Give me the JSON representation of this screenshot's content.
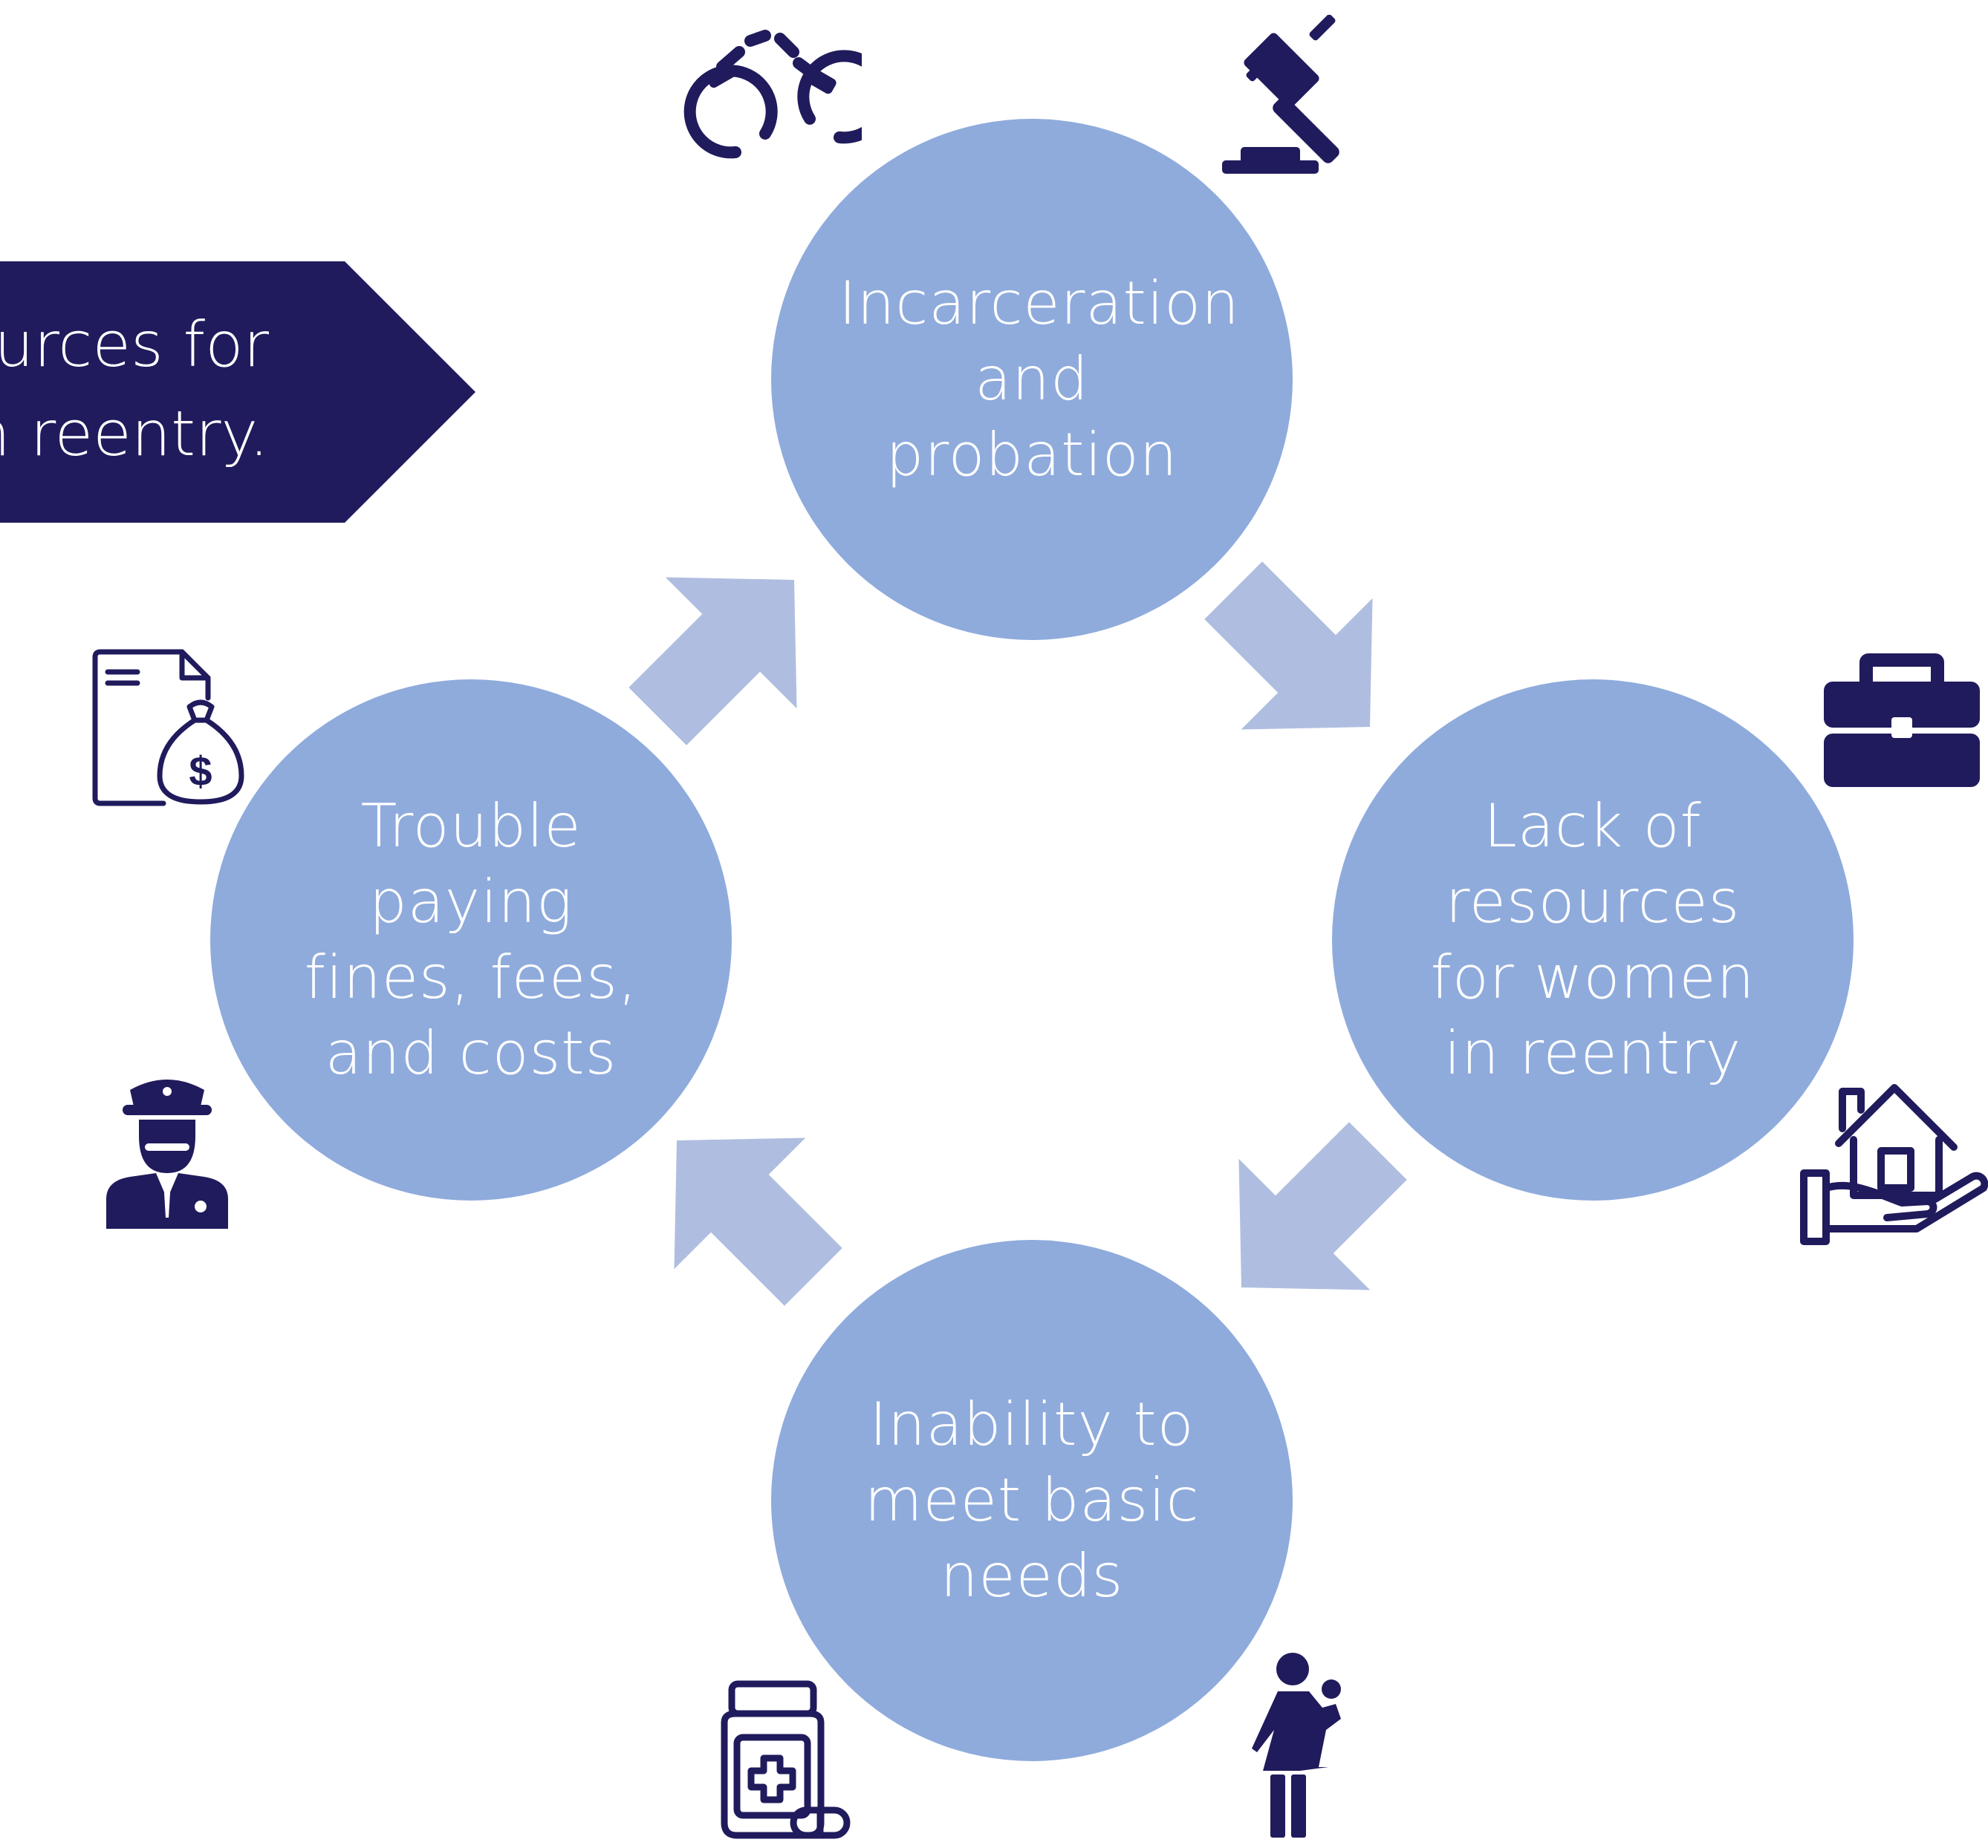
{
  "colors": {
    "node_fill": "#8FABDC",
    "arrow_fill": "#AFBEE0",
    "icon_navy": "#201B5C",
    "banner_navy": "#201B5C",
    "text_on_fill": "#FFFFFF"
  },
  "banner": {
    "lines": [
      "urces for",
      "n reentry."
    ]
  },
  "cycle": {
    "nodes": [
      {
        "id": "incarceration",
        "label": "Incarceration and probation"
      },
      {
        "id": "lack-of-resources",
        "label": "Lack of resources for women in reentry"
      },
      {
        "id": "basic-needs",
        "label": "Inability to meet basic needs"
      },
      {
        "id": "fines-fees",
        "label": "Trouble paying fines, fees, and costs"
      }
    ],
    "flow_direction": "clockwise"
  },
  "icons": [
    {
      "name": "handcuffs-icon",
      "near": "incarceration"
    },
    {
      "name": "gavel-icon",
      "near": "incarceration"
    },
    {
      "name": "briefcase-icon",
      "near": "lack-of-resources"
    },
    {
      "name": "house-in-hand-icon",
      "near": "lack-of-resources"
    },
    {
      "name": "medicine-bottle-icon",
      "near": "basic-needs"
    },
    {
      "name": "mother-and-child-icon",
      "near": "basic-needs"
    },
    {
      "name": "document-money-bag-icon",
      "near": "fines-fees"
    },
    {
      "name": "police-officer-icon",
      "near": "fines-fees"
    }
  ]
}
